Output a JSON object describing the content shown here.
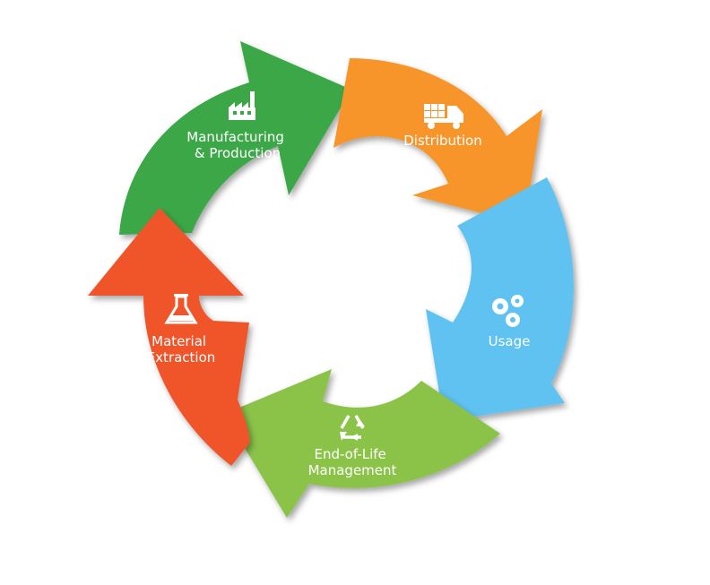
{
  "stages": [
    {
      "id": "manufacturing",
      "lines": [
        "Manufacturing",
        "& Production"
      ],
      "color": "#3aa746",
      "icon": "factory-icon"
    },
    {
      "id": "distribution",
      "lines": [
        "Distribution"
      ],
      "color": "#f8952a",
      "icon": "delivery-truck-icon"
    },
    {
      "id": "usage",
      "lines": [
        "Usage"
      ],
      "color": "#5ec2f1",
      "icon": "gears-icon"
    },
    {
      "id": "end-of-life",
      "lines": [
        "End-of-Life",
        "Management"
      ],
      "color": "#8bc34a",
      "icon": "recycle-icon"
    },
    {
      "id": "material",
      "lines": [
        "Material",
        "Extraction"
      ],
      "color": "#f0542a",
      "icon": "flask-icon"
    }
  ]
}
